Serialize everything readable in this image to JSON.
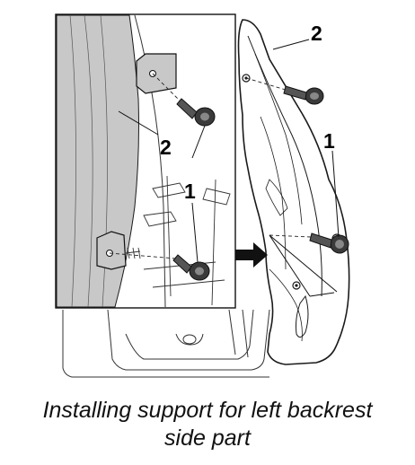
{
  "callouts": {
    "outer_top_2": "2",
    "outer_right_1": "1",
    "inset_2": "2",
    "inset_1": "1"
  },
  "caption": {
    "line1": "Installing support for left backrest",
    "line2": "side part"
  },
  "colors": {
    "panel_gray": "#c8c8c8",
    "line": "#1a1a1a",
    "background": "#ffffff"
  }
}
